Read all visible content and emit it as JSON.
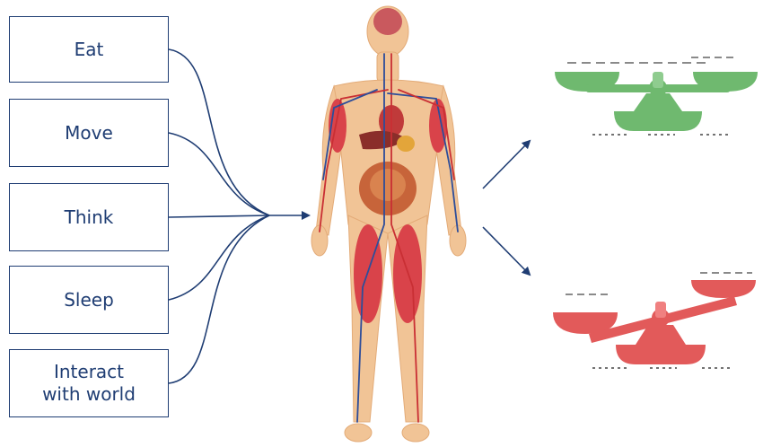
{
  "activities": [
    {
      "label": "Eat"
    },
    {
      "label": "Move"
    },
    {
      "label": "Think"
    },
    {
      "label": "Sleep"
    },
    {
      "label": "Interact\nwith world"
    }
  ],
  "images": {
    "body": "human-body-anatomy-illustration",
    "balanced_scale": "balanced-scale-icon",
    "imbalanced_scale": "imbalanced-scale-icon"
  },
  "colors": {
    "box_border": "#1f3d73",
    "arrow": "#1f3d73",
    "skin": "#f1c496",
    "muscle": "#d9434a",
    "vein": "#2d4d9a",
    "balanced": "#6fb96f",
    "imbalanced": "#e25a5a"
  }
}
